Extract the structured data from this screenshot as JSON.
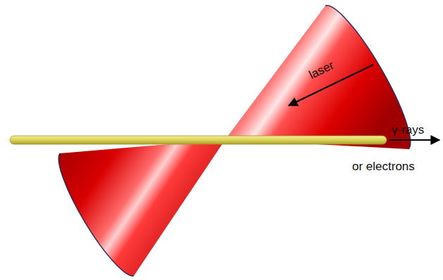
{
  "diagram": {
    "labels": [
      "laser",
      "γ-rays",
      "or electrons"
    ]
  }
}
